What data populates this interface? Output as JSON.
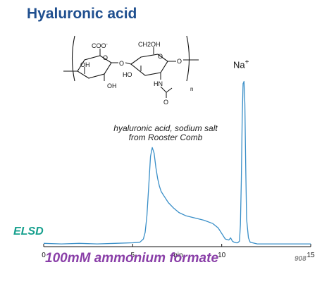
{
  "page": {
    "title": "Hyaluronic acid",
    "structure": {
      "coo": "COO",
      "coo_charge": "-",
      "ch2oh": "CH2OH",
      "oh_1": "OH",
      "oh_2": "OH",
      "ho": "HO",
      "hn": "HN",
      "o_ring_1": "O",
      "o_link": "O",
      "o_ring_2": "O",
      "o_end": "O",
      "o_carbonyl": "O",
      "n_subscript": "n"
    },
    "peak_label_ion": "Na",
    "peak_label_ion_charge": "+",
    "annotation_line1": "hyaluronic acid, sodium salt",
    "annotation_line2": "from Rooster Comb",
    "detector_label": "ELSD",
    "mobile_phase": "100mM ammonium formate",
    "figure_code": "908"
  },
  "chart_data": {
    "type": "line",
    "xlabel": "min",
    "xlim": [
      0,
      15
    ],
    "xticks": [
      0,
      5,
      10,
      15
    ],
    "grid": false,
    "series": [
      {
        "color": "#3a8fc8",
        "x": [
          0,
          1,
          2,
          3,
          4,
          5,
          5.4,
          5.6,
          5.7,
          5.8,
          5.9,
          6.0,
          6.1,
          6.2,
          6.3,
          6.4,
          6.5,
          6.6,
          6.8,
          7.0,
          7.3,
          7.6,
          8.0,
          8.5,
          9.0,
          9.5,
          9.8,
          10.0,
          10.2,
          10.4,
          10.5,
          10.6,
          10.7,
          10.8,
          10.9,
          11.0,
          11.05,
          11.1,
          11.15,
          11.2,
          11.25,
          11.3,
          11.35,
          11.4,
          11.5,
          11.6,
          12,
          13,
          14,
          15
        ],
        "y": [
          3,
          2.5,
          3,
          2.5,
          3,
          3.5,
          4,
          7,
          13,
          28,
          55,
          82,
          90,
          85,
          72,
          62,
          55,
          50,
          45,
          40,
          35,
          31,
          28,
          26,
          24,
          21,
          17,
          12,
          7,
          6,
          8,
          5,
          4,
          3.5,
          3.5,
          5,
          20,
          60,
          115,
          148,
          150,
          130,
          70,
          25,
          8,
          4,
          2.5,
          2.5,
          2.5,
          2.5
        ],
        "y_max": 160
      }
    ]
  }
}
